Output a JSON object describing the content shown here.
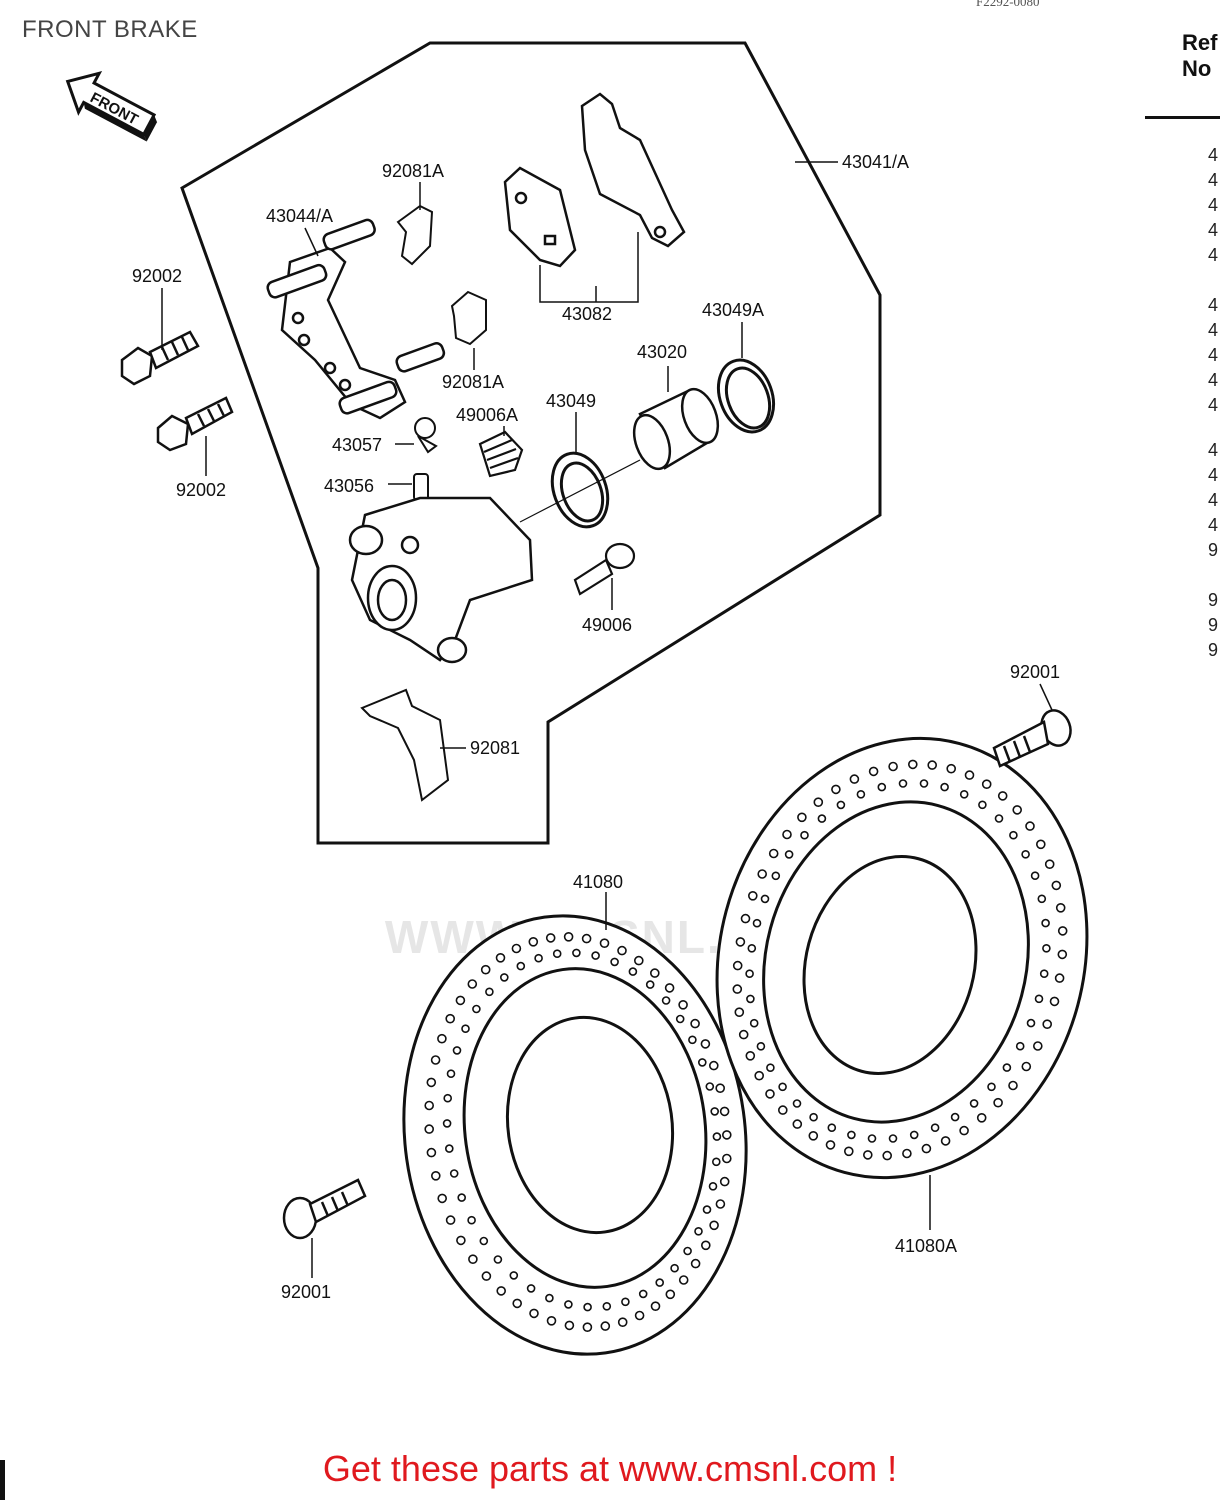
{
  "page": {
    "title": "FRONT BRAKE",
    "figure_code": "F2292-0080",
    "ref_header_line1": "Ref",
    "ref_header_line2": "No"
  },
  "ref_column": [
    "4",
    "4",
    "4",
    "4",
    "4",
    "4",
    "4",
    "4",
    "4",
    "4",
    "4",
    "4",
    "4",
    "4",
    "9",
    "9",
    "9",
    "9"
  ],
  "watermark": "WWW.CMSNL.COM",
  "direction_arrow": "FRONT",
  "callouts": {
    "c43041": "43041/A",
    "c92081A_top": "92081A",
    "c43044": "43044/A",
    "c92002_top": "92002",
    "c43082": "43082",
    "c43049A": "43049A",
    "c43020": "43020",
    "c92081A_mid": "92081A",
    "c43049": "43049",
    "c49006A": "49006A",
    "c43057": "43057",
    "c43056": "43056",
    "c92002_bottom": "92002",
    "c49006": "49006",
    "c92001_right": "92001",
    "c92081": "92081",
    "c41080": "41080",
    "c41080A": "41080A",
    "c92001_bottom": "92001"
  },
  "footer": {
    "link_text": "Get these parts at www.cmsnl.com !"
  }
}
